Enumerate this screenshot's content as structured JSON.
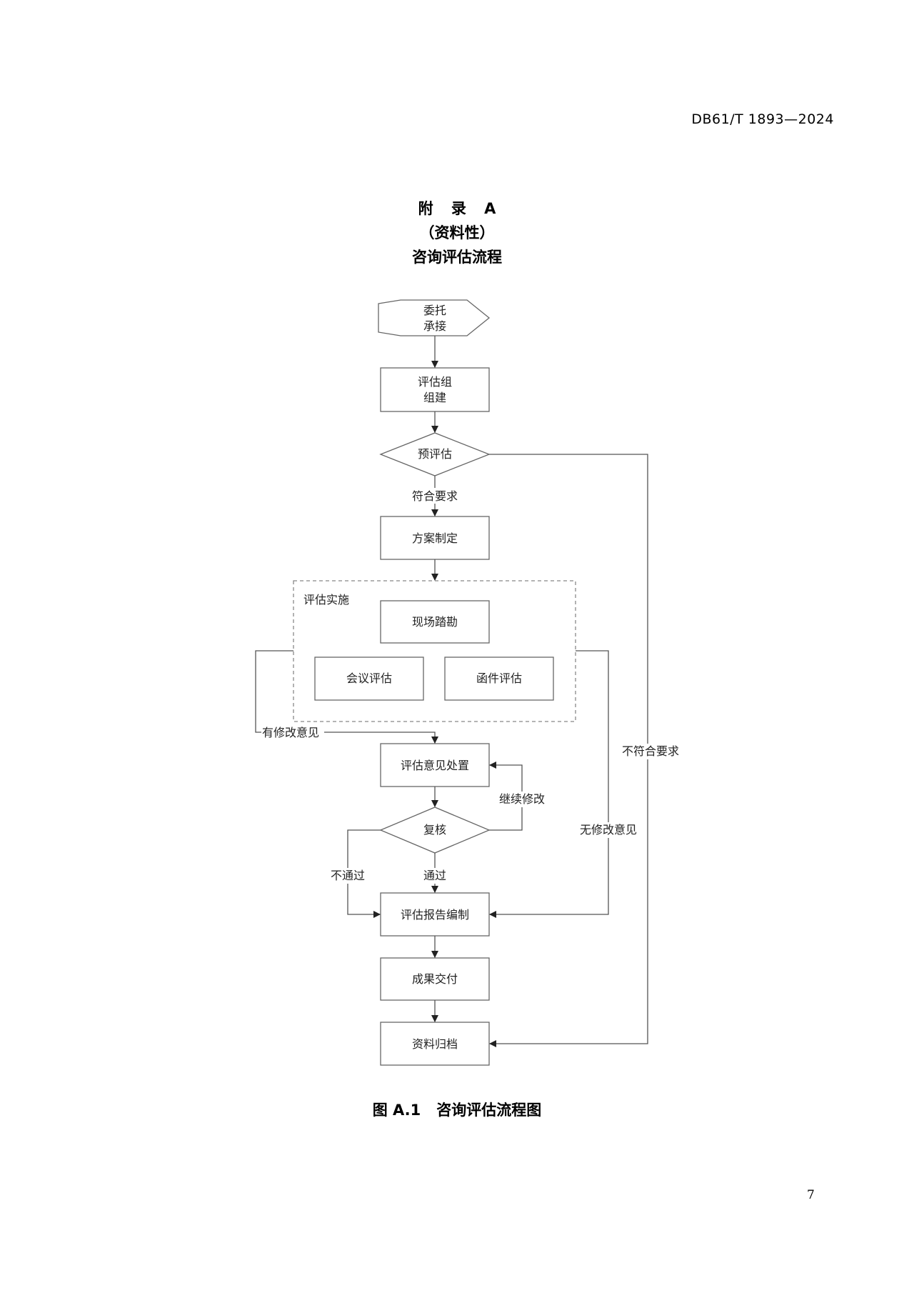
{
  "header": {
    "std_code": "DB61/T 1893—2024"
  },
  "appendix": {
    "label": "附 录 A",
    "type": "（资料性）",
    "title": "咨询评估流程"
  },
  "flowchart": {
    "nodes": {
      "entrust_line1": "委托",
      "entrust_line2": "承接",
      "team_line1": "评估组",
      "team_line2": "组建",
      "pre_eval": "预评估",
      "plan": "方案制定",
      "impl_group": "评估实施",
      "site_survey": "现场踏勘",
      "meeting_eval": "会议评估",
      "letter_eval": "函件评估",
      "opinion_handling": "评估意见处置",
      "review": "复核",
      "report": "评估报告编制",
      "delivery": "成果交付",
      "archive": "资料归档"
    },
    "edge_labels": {
      "meets": "符合要求",
      "not_meets": "不符合要求",
      "has_changes": "有修改意见",
      "continue_changes": "继续修改",
      "no_changes": "无修改意见",
      "pass": "通过",
      "fail": "不通过"
    },
    "colors": {
      "line": "#555555",
      "box": "#666666",
      "dashed": "#888888"
    }
  },
  "caption": {
    "label": "图 A.1",
    "title": "咨询评估流程图"
  },
  "page_number": "7"
}
